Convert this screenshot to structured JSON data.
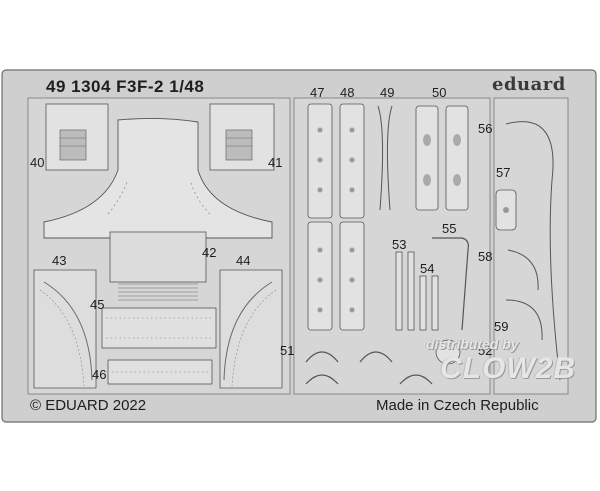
{
  "header": {
    "title": "49 1304 F3F-2 1/48",
    "brand": "eduard"
  },
  "footer": {
    "copyright": "© EDUARD 2022",
    "origin": "Made in Czech Republic"
  },
  "part_numbers": [
    "40",
    "41",
    "42",
    "43",
    "44",
    "45",
    "46",
    "47",
    "48",
    "49",
    "50",
    "51",
    "52",
    "53",
    "54",
    "55",
    "56",
    "57",
    "58",
    "59"
  ],
  "watermark": {
    "line1": "distributed by",
    "line2": "CLOW2B"
  },
  "colors": {
    "fret": "#cfcfcf",
    "fret_edge": "#6e6e6e",
    "part": "#e2e2e2",
    "part_edge": "#555555",
    "background": "#ffffff"
  }
}
